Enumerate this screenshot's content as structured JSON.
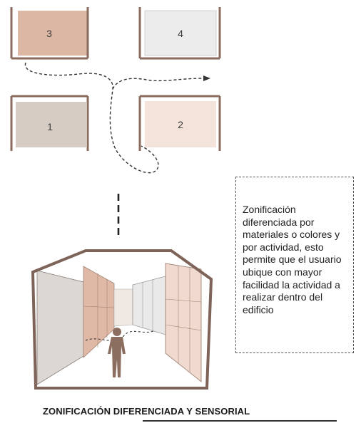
{
  "zones": [
    {
      "label": "3",
      "color": "#dcb7a3"
    },
    {
      "label": "4",
      "color": "#ececec"
    },
    {
      "label": "1",
      "color": "#d6ccc3"
    },
    {
      "label": "2",
      "color": "#f3e3db"
    }
  ],
  "description": "Zonificación diferenciada por materiales o colores y por actividad, esto permite que el usuario ubique con mayor facilidad la actividad a realizar dentro del edificio",
  "caption": "ZONIFICACIÓN DIFERENCIADA Y SENSORIAL",
  "colors": {
    "frame": "#8a6b5d",
    "path": "#333333",
    "wall_wood": "#f0d9cf",
    "wall_grey": "#dcd7d2"
  }
}
